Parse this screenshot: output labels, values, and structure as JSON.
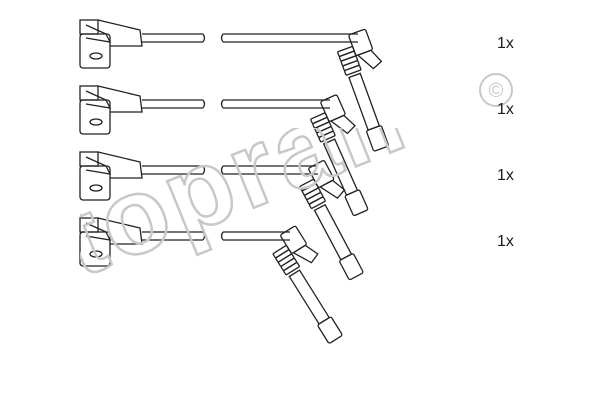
{
  "quantities": [
    "1x",
    "1x",
    "1x",
    "1x"
  ],
  "watermark": {
    "text": "topran",
    "symbol": "©"
  },
  "colors": {
    "line": "#222222",
    "watermark": "#c8c8c8",
    "background": "#ffffff"
  }
}
